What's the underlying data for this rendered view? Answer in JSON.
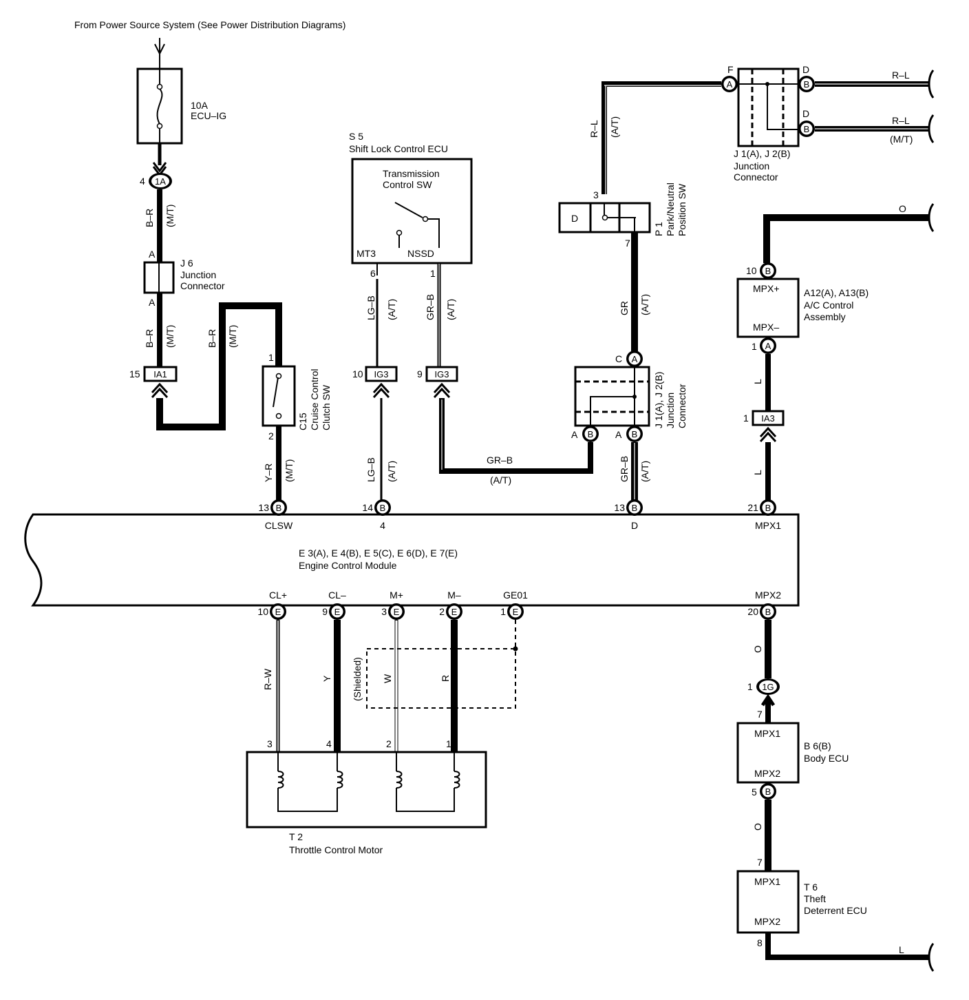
{
  "header": {
    "power_source": "From Power Source System (See Power Distribution Diagrams)"
  },
  "fuse": {
    "rating": "10A",
    "name": "ECU–IG"
  },
  "connectors": {
    "c1A": "1A",
    "c1A_pin": "4",
    "j6_code": "J 6",
    "j6_name1": "Junction",
    "j6_name2": "Connector",
    "j6_pin_a_top": "A",
    "j6_pin_a_bot": "A",
    "ia1": "IA1",
    "ia1_pin": "15",
    "ig3": "IG3",
    "ig3_pin10": "10",
    "ig3_pin9": "9",
    "ia3": "IA3",
    "ia3_pin": "1",
    "c1G": "1G",
    "c1G_pin": "1",
    "c1G_pin7": "7"
  },
  "wires": {
    "br": "B–R",
    "mt": "(M/T)",
    "at": "(A/T)",
    "lgb": "LG–B",
    "grb": "GR–B",
    "rl": "R–L",
    "gr": "GR",
    "yr": "Y–R",
    "l": "L",
    "o": "O",
    "rw": "R–W",
    "y": "Y",
    "w": "W",
    "r": "R",
    "shielded": "(Shielded)"
  },
  "cruise_switch": {
    "code": "C15",
    "name1": "Cruise Control",
    "name2": "Clutch SW",
    "pin1": "1",
    "pin2": "2"
  },
  "shift_lock": {
    "code": "S 5",
    "name": "Shift Lock Control ECU",
    "sw_name1": "Transmission",
    "sw_name2": "Control SW",
    "mt3": "MT3",
    "nssd": "NSSD",
    "pin6": "6",
    "pin1": "1"
  },
  "park_neutral": {
    "code": "P 1",
    "name1": "Park/Neutral",
    "name2": "Position SW",
    "term": "D",
    "pin3": "3",
    "pin7": "7"
  },
  "jc_top": {
    "code": "J 1(A), J 2(B)",
    "name1": "Junction",
    "name2": "Connector",
    "f": "F",
    "d1": "D",
    "d2": "D",
    "a": "A",
    "b": "B"
  },
  "jc_mid": {
    "code": "J 1(A), J 2(B)",
    "name1": "Junction",
    "name2": "Connector",
    "c": "C",
    "a1": "A",
    "a2": "A",
    "ca": "A",
    "b1": "B",
    "b2": "B"
  },
  "ac_control": {
    "code": "A12(A), A13(B)",
    "name1": "A/C Control",
    "name2": "Assembly",
    "mpx_plus": "MPX+",
    "mpx_minus": "MPX–",
    "pin10": "10",
    "pin1": "1",
    "b": "B",
    "a": "A"
  },
  "ecm": {
    "codes": "E 3(A), E 4(B), E 5(C), E 6(D), E 7(E)",
    "name": "Engine Control Module",
    "top_pins": [
      {
        "num": "13",
        "letter": "B",
        "label": "CLSW"
      },
      {
        "num": "14",
        "letter": "B",
        "label": "4"
      },
      {
        "num": "13",
        "letter": "B",
        "label": "D"
      },
      {
        "num": "21",
        "letter": "B",
        "label": "MPX1"
      }
    ],
    "bottom_pins": [
      {
        "num": "10",
        "letter": "E",
        "label": "CL+"
      },
      {
        "num": "9",
        "letter": "E",
        "label": "CL–"
      },
      {
        "num": "3",
        "letter": "E",
        "label": "M+"
      },
      {
        "num": "2",
        "letter": "E",
        "label": "M–"
      },
      {
        "num": "1",
        "letter": "E",
        "label": "GE01"
      },
      {
        "num": "20",
        "letter": "B",
        "label": "MPX2"
      }
    ]
  },
  "throttle": {
    "code": "T 2",
    "name": "Throttle Control Motor",
    "pins": [
      "3",
      "4",
      "2",
      "1"
    ]
  },
  "body_ecu": {
    "code": "B 6(B)",
    "name": "Body ECU",
    "mpx1": "MPX1",
    "mpx2": "MPX2",
    "pin5": "5",
    "b": "B"
  },
  "theft_ecu": {
    "code": "T 6",
    "name1": "Theft",
    "name2": "Deterrent ECU",
    "mpx1": "MPX1",
    "mpx2": "MPX2",
    "pin7": "7",
    "pin8": "8"
  }
}
